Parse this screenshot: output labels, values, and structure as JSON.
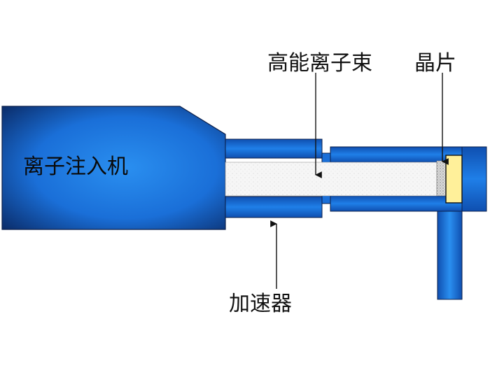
{
  "labels": {
    "machine": "离子注入机",
    "beam": "高能离子束",
    "wafer": "晶片",
    "accelerator": "加速器"
  },
  "colors": {
    "body_light": "#2a8ff0",
    "body_mid": "#1a6fd8",
    "body_dark": "#0a2a66",
    "beam_fill": "#f4f4f4",
    "wafer_yellow": "#fff09a",
    "stroke": "#0b1f4a",
    "text": "#111111"
  }
}
